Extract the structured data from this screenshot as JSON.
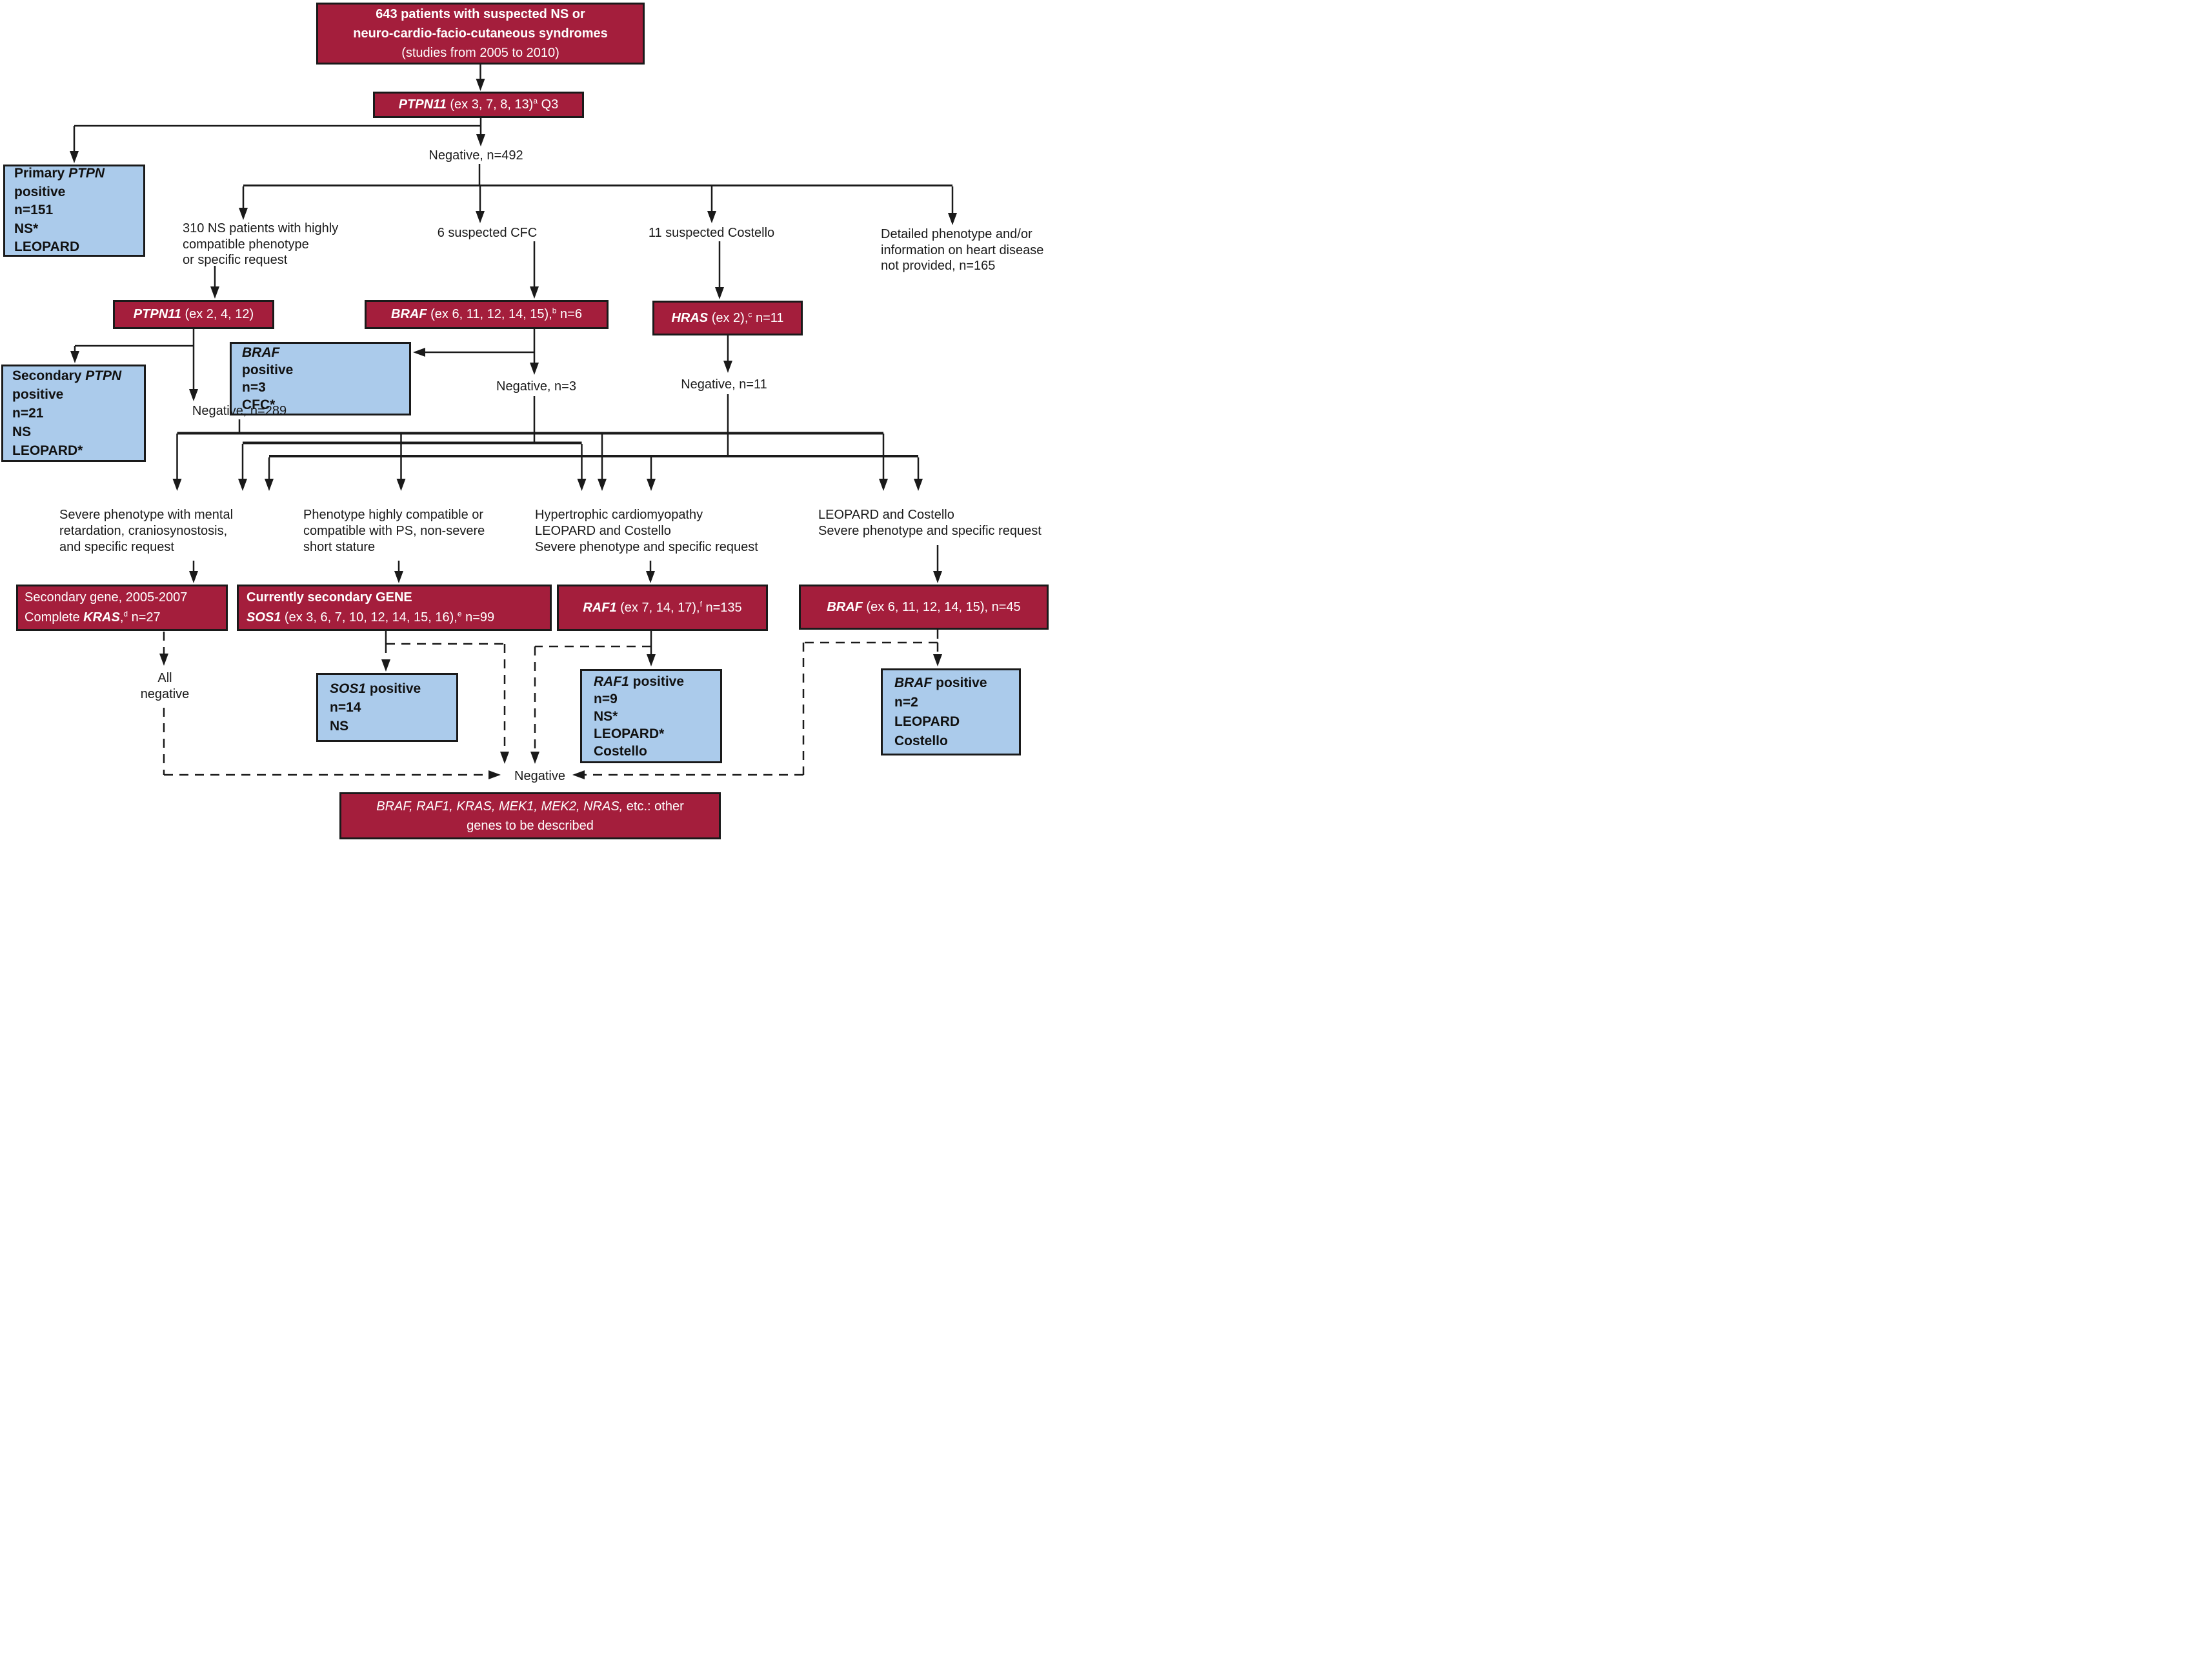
{
  "colors": {
    "box_red": "#A41E3C",
    "box_blue": "#ABCBEB",
    "line": "#1A1A1A"
  },
  "nodes": {
    "top": {
      "lines": [
        [
          {
            "t": "643 patients with suspected NS or",
            "b": true
          }
        ],
        [
          {
            "t": "neuro-cardio-facio-cutaneous syndromes",
            "b": true
          }
        ],
        [
          {
            "t": "(studies from 2005 to 2010)"
          }
        ]
      ]
    },
    "ptpn11_q3": {
      "lines": [
        [
          {
            "t": "PTPN11",
            "b": true,
            "i": true
          },
          {
            "t": " (ex 3, 7, 8, 13)"
          },
          {
            "t": "a",
            "s": true
          },
          {
            "t": " Q3"
          }
        ]
      ]
    },
    "primary_ptpn": {
      "lines": [
        [
          {
            "t": "Primary ",
            "b": true
          },
          {
            "t": "PTPN",
            "b": true,
            "i": true
          }
        ],
        [
          {
            "t": "positive",
            "b": true
          }
        ],
        [
          {
            "t": "n=151",
            "b": true
          }
        ],
        [
          {
            "t": "NS*",
            "b": true
          }
        ],
        [
          {
            "t": "LEOPARD",
            "b": true
          }
        ]
      ]
    },
    "ptpn11_2412": {
      "lines": [
        [
          {
            "t": "PTPN11",
            "b": true,
            "i": true
          },
          {
            "t": " (ex 2, 4, 12)"
          }
        ]
      ]
    },
    "braf_n6": {
      "lines": [
        [
          {
            "t": "BRAF",
            "b": true,
            "i": true
          },
          {
            "t": " (ex 6, 11, 12, 14, 15),"
          },
          {
            "t": "b",
            "s": true
          },
          {
            "t": " n=6"
          }
        ]
      ]
    },
    "hras_n11": {
      "lines": [
        [
          {
            "t": "HRAS",
            "b": true,
            "i": true
          },
          {
            "t": " (ex 2),"
          },
          {
            "t": "c",
            "s": true
          },
          {
            "t": " n=11"
          }
        ]
      ]
    },
    "secondary_ptpn": {
      "lines": [
        [
          {
            "t": "Secondary ",
            "b": true
          },
          {
            "t": "PTPN",
            "b": true,
            "i": true
          }
        ],
        [
          {
            "t": "positive",
            "b": true
          }
        ],
        [
          {
            "t": "n=21",
            "b": true
          }
        ],
        [
          {
            "t": "NS",
            "b": true
          }
        ],
        [
          {
            "t": "LEOPARD*",
            "b": true
          }
        ]
      ]
    },
    "braf_pos_cfc": {
      "lines": [
        [
          {
            "t": "BRAF",
            "b": true,
            "i": true
          }
        ],
        [
          {
            "t": "positive",
            "b": true
          }
        ],
        [
          {
            "t": "n=3",
            "b": true
          }
        ],
        [
          {
            "t": "CFC*",
            "b": true
          }
        ]
      ]
    },
    "kras": {
      "lines": [
        [
          {
            "t": "Secondary gene, 2005-2007"
          }
        ],
        [
          {
            "t": "Complete "
          },
          {
            "t": "KRAS",
            "b": true,
            "i": true
          },
          {
            "t": ","
          },
          {
            "t": "d",
            "s": true
          },
          {
            "t": " n=27"
          }
        ]
      ]
    },
    "sos1": {
      "lines": [
        [
          {
            "t": "Currently secondary GENE",
            "b": true
          }
        ],
        [
          {
            "t": "SOS1",
            "b": true,
            "i": true
          },
          {
            "t": " (ex 3, 6, 7, 10, 12, 14, 15, 16),"
          },
          {
            "t": "e",
            "s": true
          },
          {
            "t": " n=99"
          }
        ]
      ]
    },
    "raf1": {
      "lines": [
        [
          {
            "t": "RAF1",
            "b": true,
            "i": true
          },
          {
            "t": " (ex 7, 14, 17),"
          },
          {
            "t": "f",
            "s": true
          },
          {
            "t": " n=135"
          }
        ]
      ]
    },
    "braf_n45": {
      "lines": [
        [
          {
            "t": "BRAF",
            "b": true,
            "i": true
          },
          {
            "t": " (ex 6, 11, 12, 14, 15), n=45"
          }
        ]
      ]
    },
    "sos1_pos": {
      "lines": [
        [
          {
            "t": "SOS1",
            "b": true,
            "i": true
          },
          {
            "t": " positive",
            "b": true
          }
        ],
        [
          {
            "t": "n=14",
            "b": true
          }
        ],
        [
          {
            "t": "NS",
            "b": true
          }
        ]
      ]
    },
    "raf1_pos": {
      "lines": [
        [
          {
            "t": "RAF1",
            "b": true,
            "i": true
          },
          {
            "t": " positive",
            "b": true
          }
        ],
        [
          {
            "t": "n=9",
            "b": true
          }
        ],
        [
          {
            "t": "NS*",
            "b": true
          }
        ],
        [
          {
            "t": "LEOPARD*",
            "b": true
          }
        ],
        [
          {
            "t": "Costello",
            "b": true
          }
        ]
      ]
    },
    "braf_pos2": {
      "lines": [
        [
          {
            "t": "BRAF",
            "b": true,
            "i": true
          },
          {
            "t": " positive",
            "b": true
          }
        ],
        [
          {
            "t": "n=2",
            "b": true
          }
        ],
        [
          {
            "t": "LEOPARD",
            "b": true
          }
        ],
        [
          {
            "t": "Costello",
            "b": true
          }
        ]
      ]
    },
    "other_genes": {
      "lines": [
        [
          {
            "t": "BRAF, RAF1, KRAS, MEK1, MEK2, NRAS,",
            "i": true
          },
          {
            "t": " etc.: other"
          }
        ],
        [
          {
            "t": "genes to be described"
          }
        ]
      ]
    }
  },
  "labels": {
    "negative_492": "Negative, n=492",
    "ns_310": {
      "lines": [
        [
          {
            "t": "310 NS patients with highly"
          }
        ],
        [
          {
            "t": "compatible phenotype"
          }
        ],
        [
          {
            "t": "or specific request"
          }
        ]
      ]
    },
    "suspected_cfc": "6 suspected CFC",
    "suspected_costello": "11 suspected Costello",
    "detailed_phenotype": {
      "lines": [
        [
          {
            "t": "Detailed phenotype and/or"
          }
        ],
        [
          {
            "t": "information on heart disease"
          }
        ],
        [
          {
            "t": "not provided, n=165"
          }
        ]
      ]
    },
    "negative_289": "Negative, n=289",
    "negative_3": "Negative, n=3",
    "negative_11": "Negative, n=11",
    "group_severe": {
      "lines": [
        [
          {
            "t": "Severe  phenotype with mental"
          }
        ],
        [
          {
            "t": "retardation, craniosynostosis,"
          }
        ],
        [
          {
            "t": "and specific request"
          }
        ]
      ]
    },
    "group_ps": {
      "lines": [
        [
          {
            "t": "Phenotype highly compatible or"
          }
        ],
        [
          {
            "t": "compatible with PS, non-severe"
          }
        ],
        [
          {
            "t": "short stature"
          }
        ]
      ]
    },
    "group_hcm": {
      "lines": [
        [
          {
            "t": "Hypertrophic cardiomyopathy"
          }
        ],
        [
          {
            "t": "LEOPARD and Costello"
          }
        ],
        [
          {
            "t": "Severe  phenotype and specific request"
          }
        ]
      ]
    },
    "group_leopard_costello": {
      "lines": [
        [
          {
            "t": "LEOPARD and Costello"
          }
        ],
        [
          {
            "t": "Severe  phenotype and specific request"
          }
        ]
      ]
    },
    "all_negative": {
      "lines": [
        [
          {
            "t": "All"
          }
        ],
        [
          {
            "t": "negative"
          }
        ]
      ]
    },
    "negative_final": "Negative"
  }
}
